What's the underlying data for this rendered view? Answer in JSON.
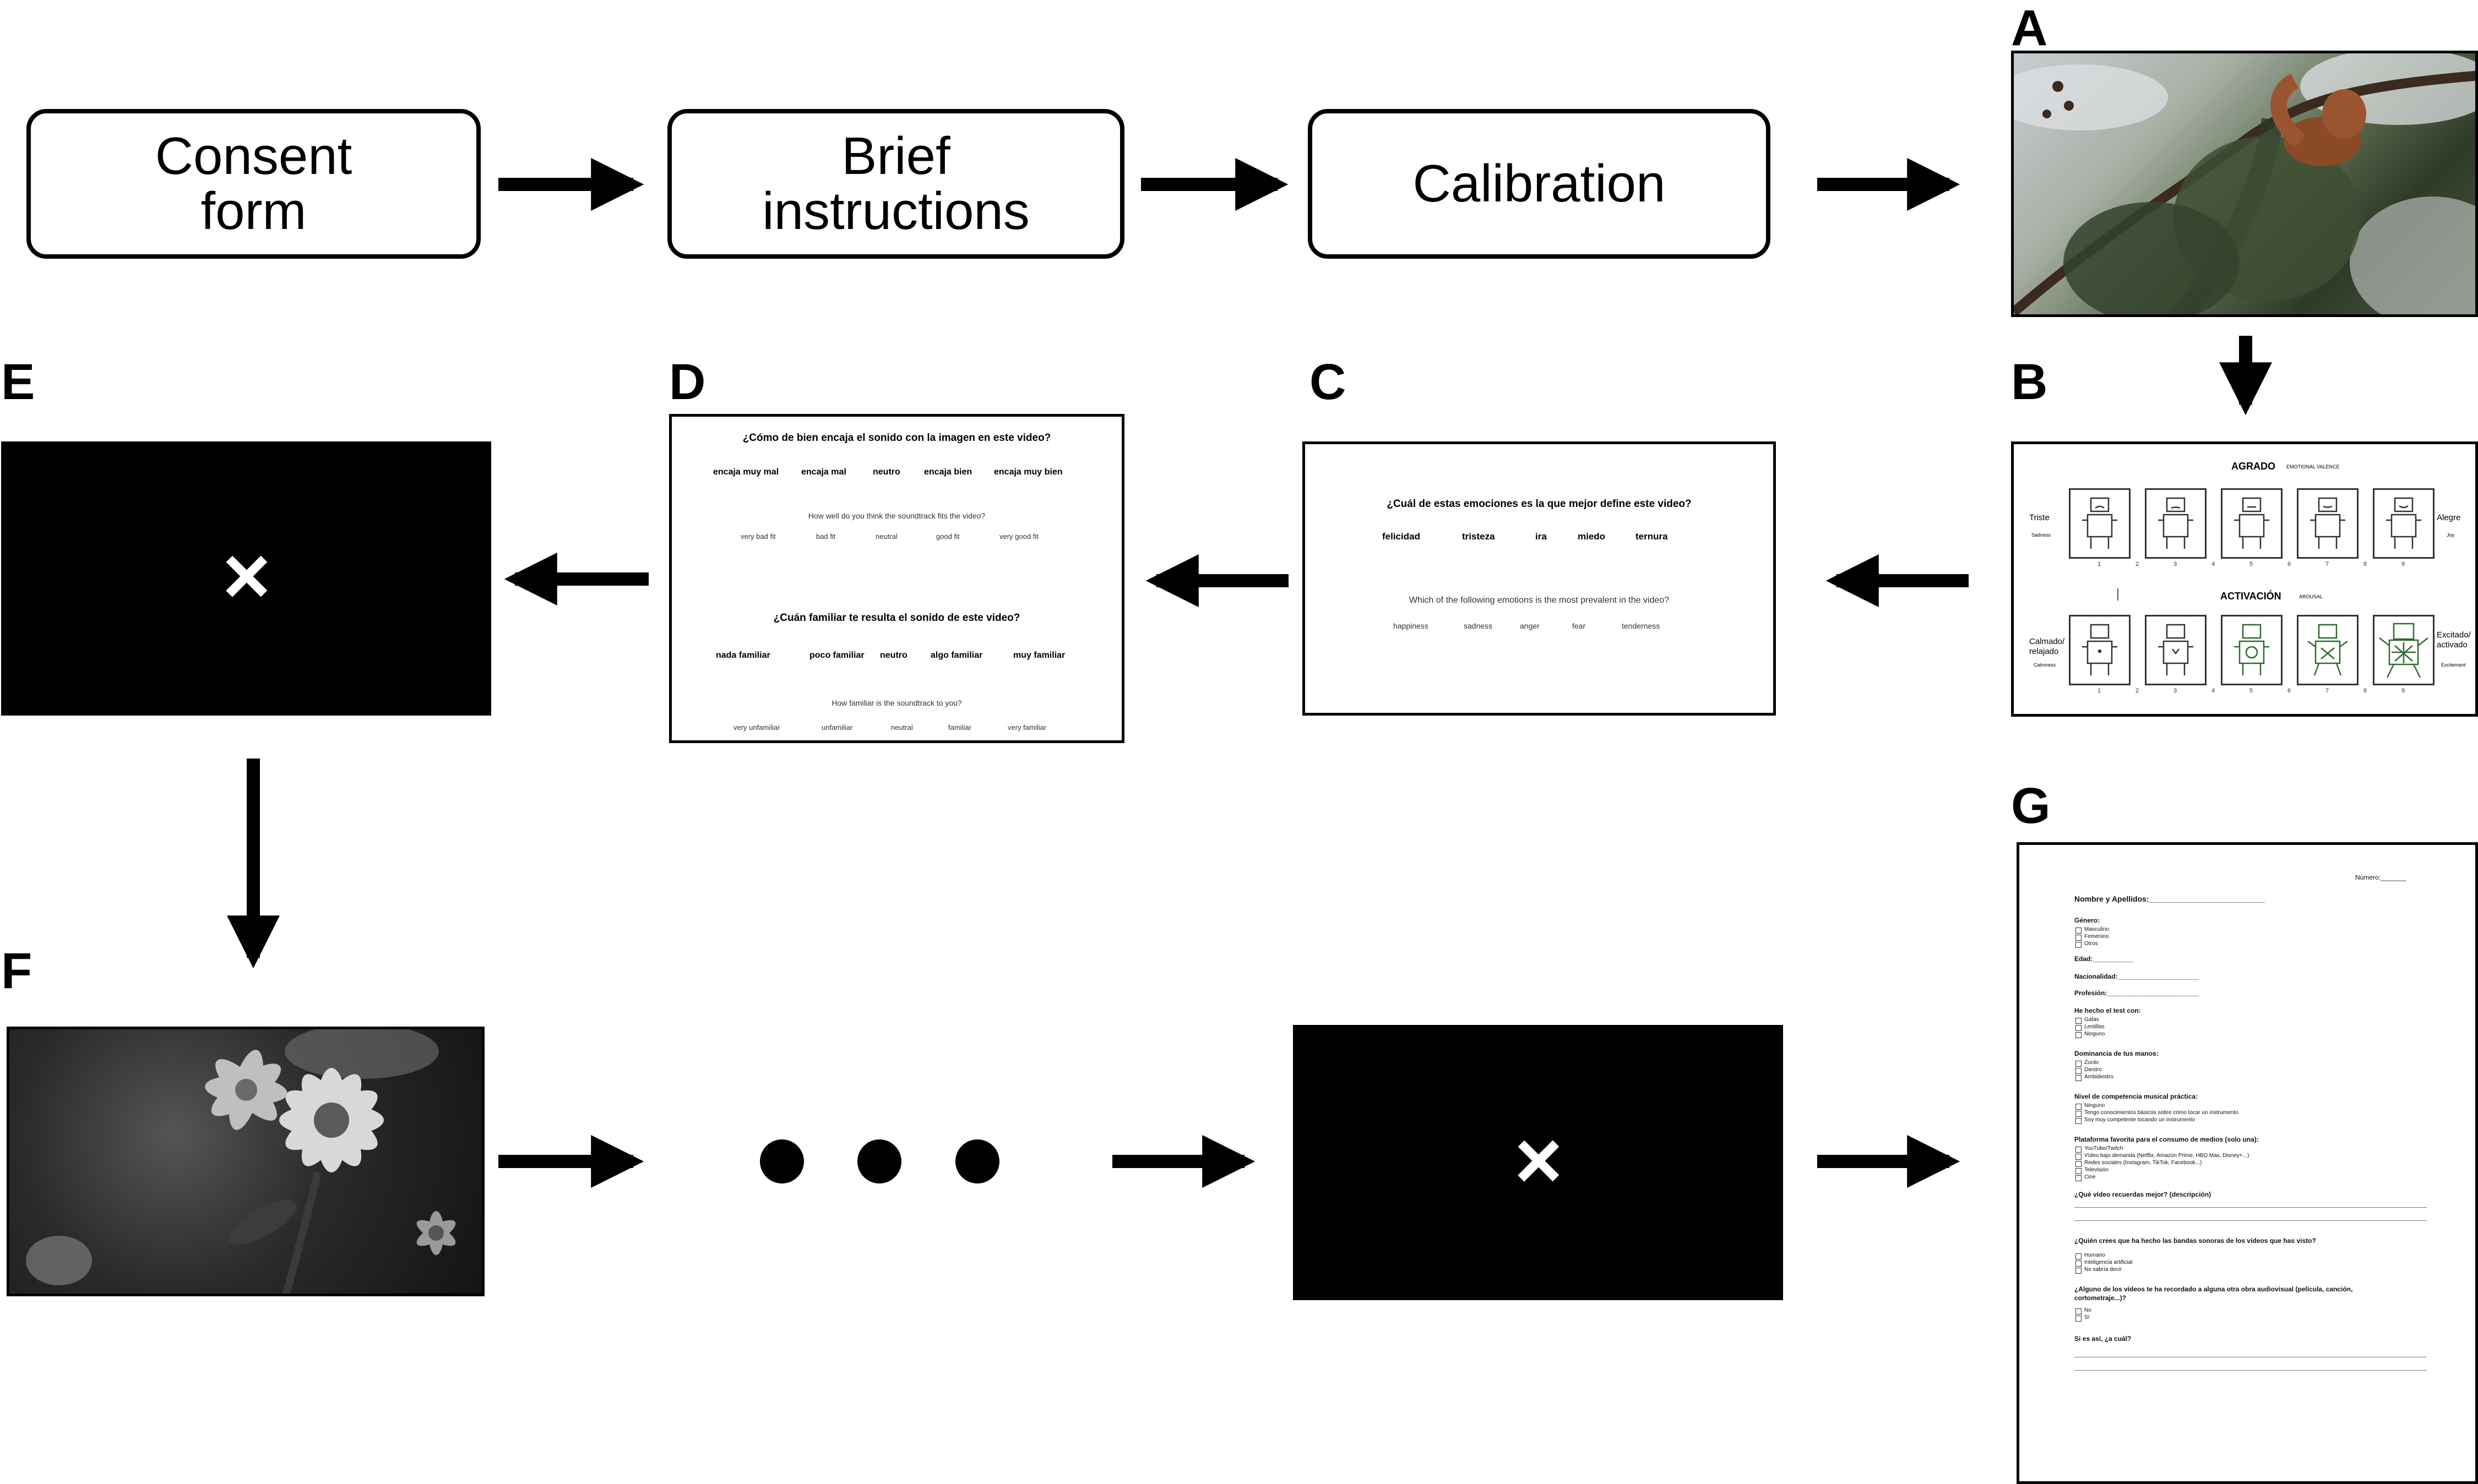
{
  "flow_steps": [
    "Consent\nform",
    "Brief\ninstructions",
    "Calibration"
  ],
  "panel_labels": {
    "A": "A",
    "B": "B",
    "C": "C",
    "D": "D",
    "E": "E",
    "F": "F",
    "G": "G"
  },
  "panel_b": {
    "title_valence": "AGRADO",
    "subtitle_valence": "EMOTIONAL VALENCE",
    "left_valence": "Triste",
    "left_valence_en": "Sadness",
    "right_valence": "Alegre",
    "right_valence_en": "Joy",
    "title_arousal": "ACTIVACIÓN",
    "subtitle_arousal": "AROUSAL",
    "left_arousal": "Calmado/\nrelajado",
    "left_arousal_en": "Calmness",
    "right_arousal": "Excitado/\nactivado",
    "right_arousal_en": "Excitement",
    "scale_numbers": [
      "1",
      "2",
      "3",
      "4",
      "5",
      "6",
      "7",
      "8",
      "9"
    ]
  },
  "panel_c": {
    "question_es": "¿Cuál de estas emociones es la que mejor define este video?",
    "options_es": [
      "felicidad",
      "tristeza",
      "ira",
      "miedo",
      "ternura"
    ],
    "question_en": "Which of the following emotions is the most prevalent in the video?",
    "options_en": [
      "happiness",
      "sadness",
      "anger",
      "fear",
      "tenderness"
    ]
  },
  "panel_d": {
    "q1_es": "¿Cómo de bien encaja el sonido con la imagen en este video?",
    "q1_options_es": [
      "encaja muy mal",
      "encaja mal",
      "neutro",
      "encaja  bien",
      "encaja  muy bien"
    ],
    "q1_en": "How well do you think the soundtrack fits the video?",
    "q1_options_en": [
      "very bad fit",
      "bad fit",
      "neutral",
      "good fit",
      "very good fit"
    ],
    "q2_es": "¿Cuán familiar te resulta el sonido de este video?",
    "q2_options_es": [
      "nada familiar",
      "poco familiar",
      "neutro",
      "algo familiar",
      "muy familiar"
    ],
    "q2_en": "How familiar is the soundtrack to you?",
    "q2_options_en": [
      "very unfamiliar",
      "unfamiliar",
      "neutral",
      "familiar",
      "very familiar"
    ]
  },
  "fixation_cross": "×",
  "ellipsis_dots": 3,
  "panel_g": {
    "numero": "Número:_______",
    "nombre": "Nombre y Apellidos:___________________________",
    "genero": "Género:",
    "genero_opts": [
      "Masculino",
      "Femenino",
      "Otros"
    ],
    "edad": "Edad:___________",
    "nacionalidad": "Nacionalidad:______________________",
    "profesion": "Profesión:_________________________",
    "test": "He hecho el test con:",
    "test_opts": [
      "Gafas",
      "Lentillas",
      "Ninguno"
    ],
    "dominancia": "Dominancia de tus manos:",
    "dominancia_opts": [
      "Zurdo",
      "Diestro",
      "Ambidiestro"
    ],
    "musical": "Nivel de competencia musical práctica:",
    "musical_opts": [
      "Ninguno",
      "Tengo conocimientos básicos sobre cómo tocar un instrumento",
      "Soy muy competente tocando un instrumento"
    ],
    "plataforma": "Plataforma favorita para el consumo de medios (solo una):",
    "plataforma_opts": [
      "YouTube/Twitch",
      "Vídeo bajo demanda (Netflix, Amazon Prime, HBO Max, Disney+...)",
      "Redes sociales (Instagram, TikTok, Facebook...)",
      "Televisión",
      "Cine"
    ],
    "q_video": "¿Qué vídeo recuerdas mejor? (descripción)",
    "q_bandas": "¿Quién crees que ha hecho las bandas sonoras de los vídeos que has visto?",
    "bandas_opts": [
      "Humano",
      "Inteligencia artificial",
      "No sabría decir"
    ],
    "q_recordado": "¿Alguno de los vídeos te ha recordado a alguna otra obra audiovisual (película, canción,",
    "q_recordado_2": "cortometraje...)?",
    "recordado_opts": [
      "No",
      "Sí"
    ],
    "q_cual": "Si es así, ¿a cuál?"
  }
}
